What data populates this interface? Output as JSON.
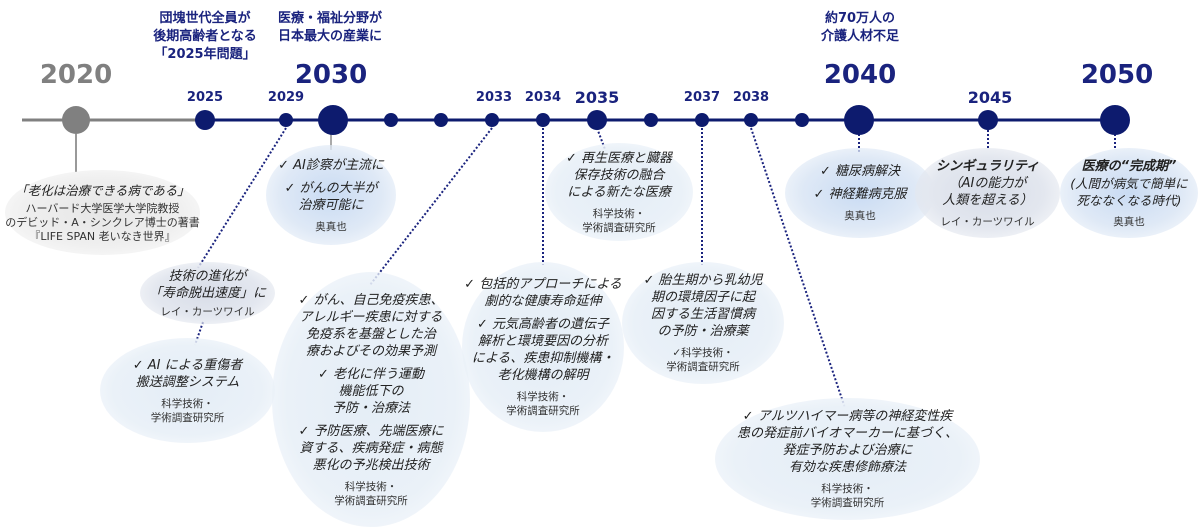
{
  "headlines": {
    "h2025": "団塊世代全員が\n後期高齢者となる\n「2025年問題」",
    "h2030": "医療・福祉分野が\n日本最大の産業に",
    "h2040": "約70万人の\n介護人材不足"
  },
  "years": {
    "y2020": "2020",
    "y2025": "2025",
    "y2029": "2029",
    "y2030": "2030",
    "y2033": "2033",
    "y2034": "2034",
    "y2035": "2035",
    "y2037": "2037",
    "y2038": "2038",
    "y2040": "2040",
    "y2045": "2045",
    "y2050": "2050"
  },
  "colors": {
    "navy": "#0d1b6e",
    "gray": "#808080",
    "bubble": "#dfe9f6"
  },
  "bubbles": {
    "b2020": {
      "title": "「老化は治療できる病である」",
      "body": "ハーバード大学医学大学院教授\nのデビッド・A・シンクレア博士の著書\n『LIFE SPAN 老いなき世界』"
    },
    "b2030": {
      "i1": "✓ AI診察が主流に",
      "i2": "✓ がんの大半が\n治療可能に",
      "src": "奥真也"
    },
    "b2029a": {
      "text": "技術の進化が\n「寿命脱出速度」に",
      "src": "レイ・カーツワイル"
    },
    "b2029b": {
      "text": "✓ AI による重傷者\n搬送調整システム",
      "src": "科学技術・\n学術調査研究所"
    },
    "b2033": {
      "i1": "✓ がん、自己免疫疾患、\nアレルギー疾患に対する\n免疫系を基盤とした治\n療およびその効果予測",
      "i2": "✓ 老化に伴う運動\n機能低下の\n予防・治療法",
      "i3": "✓ 予防医療、先端医療に\n資する、疾病発症・病態\n悪化の予兆検出技術",
      "src": "科学技術・\n学術調査研究所"
    },
    "b2034": {
      "i1": "✓ 包括的アプローチによる\n劇的な健康寿命延伸",
      "i2": "✓ 元気高齢者の遺伝子\n解析と環境要因の分析\nによる、疾患抑制機構・\n老化機構の解明",
      "src": "科学技術・\n学術調査研究所"
    },
    "b2035": {
      "text": "✓ 再生医療と臓器\n保存技術の融合\nによる新たな医療",
      "src": "科学技術・\n学術調査研究所"
    },
    "b2037": {
      "text": "✓ 胎生期から乳幼児\n期の環境因子に起\n因する生活習慣病\nの予防・治療薬",
      "src": "✓科学技術・\n学術調査研究所"
    },
    "b2038": {
      "text": "✓ アルツハイマー病等の神経変性疾\n患の発症前バイオマーカーに基づく、\n発症予防および治療に\n有効な疾患修飾療法",
      "src": "科学技術・\n学術調査研究所"
    },
    "b2040": {
      "i1": "✓ 糖尿病解決",
      "i2": "✓ 神経難病克服",
      "src": "奥真也"
    },
    "b2045": {
      "title": "シンギュラリティ",
      "body": "（AIの能力が\n人類を超える）",
      "src": "レイ・カーツワイル"
    },
    "b2050": {
      "title": "医療の“完成期”",
      "body": "(人間が病気で簡単に\n死ななくなる時代)",
      "src": "奥真也"
    }
  }
}
